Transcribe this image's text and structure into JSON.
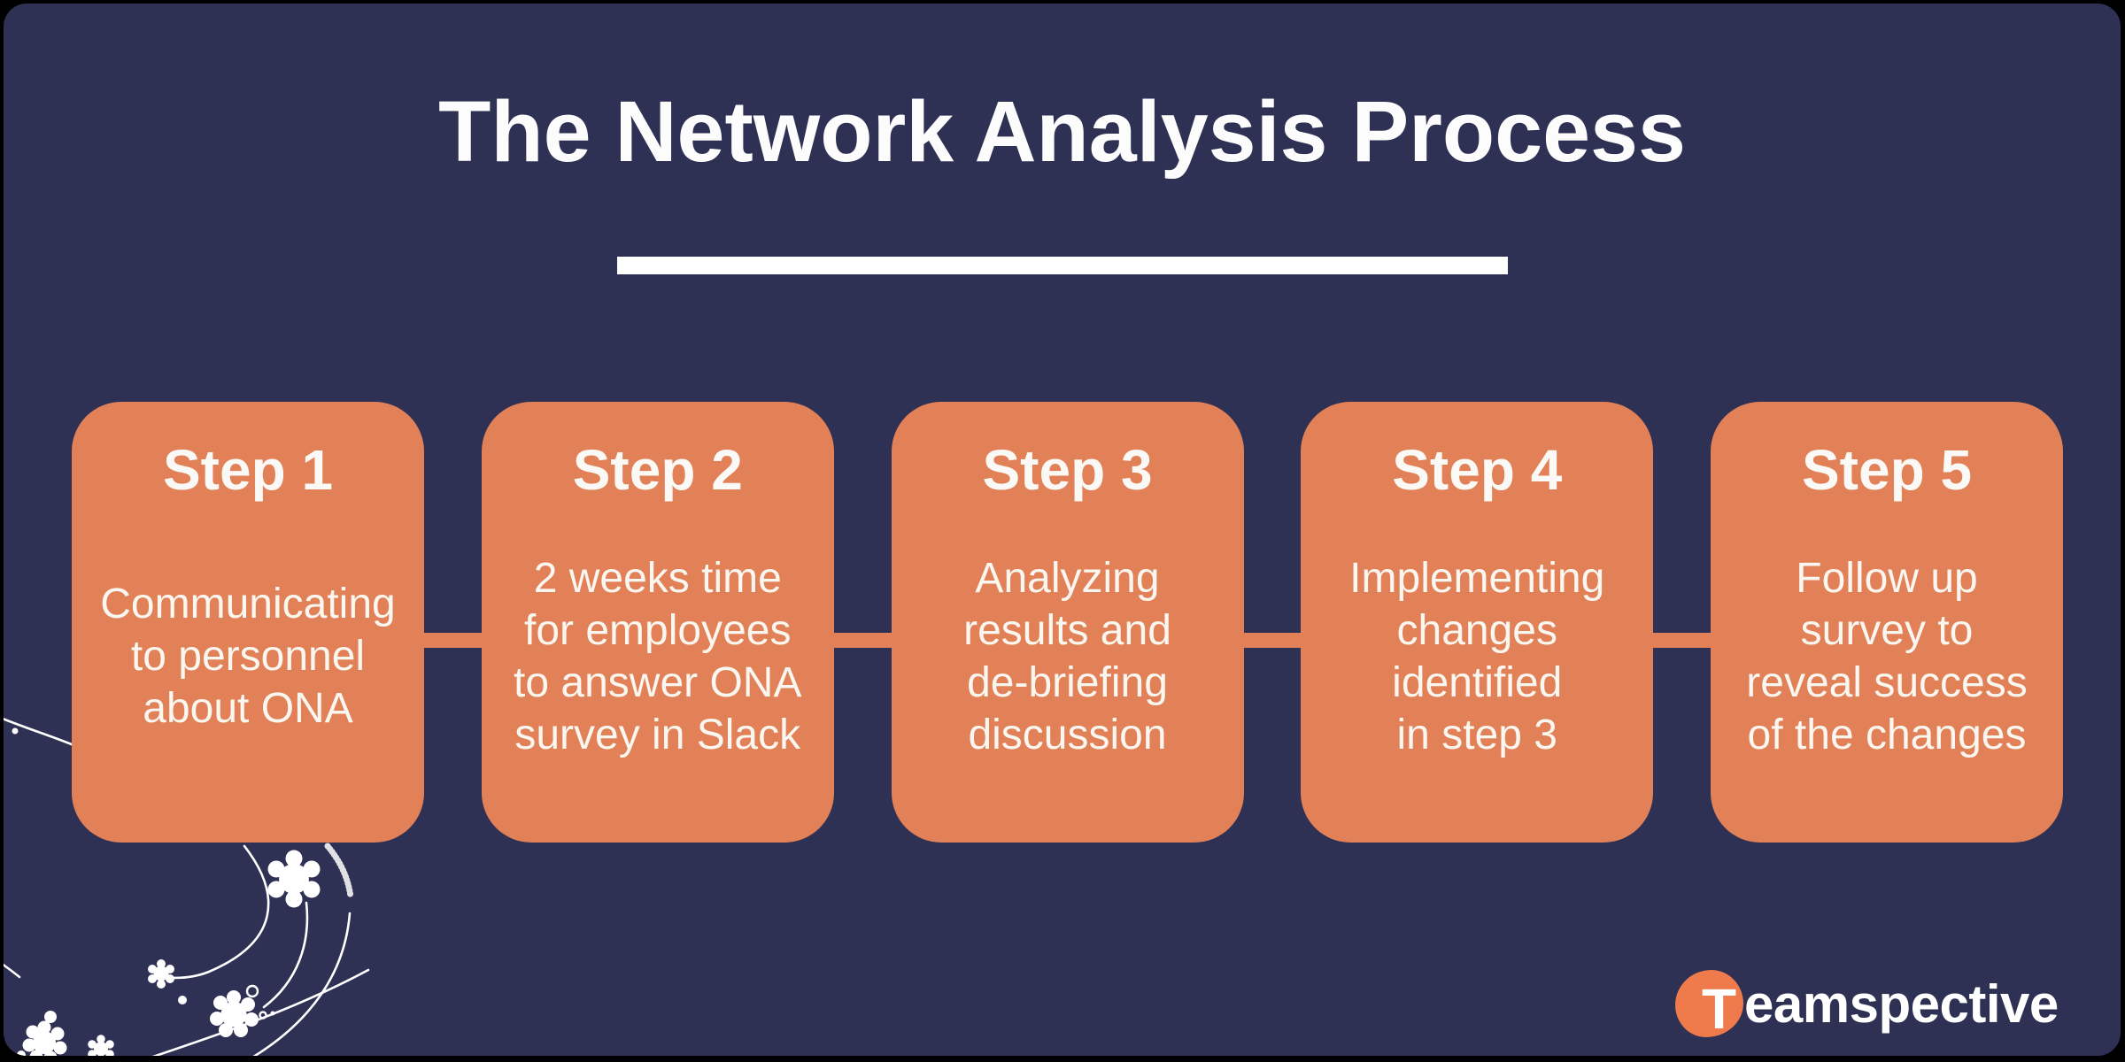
{
  "title": "The Network Analysis Process",
  "steps": [
    {
      "label": "Step 1",
      "description": "Communicating\nto personnel\nabout ONA"
    },
    {
      "label": "Step 2",
      "description": "2 weeks time\nfor employees\nto answer ONA\nsurvey in Slack"
    },
    {
      "label": "Step 3",
      "description": "Analyzing\nresults and\nde-briefing\ndiscussion"
    },
    {
      "label": "Step 4",
      "description": "Implementing\nchanges\nidentified\nin step 3"
    },
    {
      "label": "Step 5",
      "description": "Follow up\nsurvey to\nreveal success\nof the changes"
    }
  ],
  "logo": {
    "name": "Teamspective",
    "initial": "T",
    "rest": "eamspective"
  },
  "colors": {
    "canvas_navy": "#2E3054",
    "card_orange": "#E28157",
    "logo_blob_orange": "#EF7A4C",
    "text_white": "#FAF6F0",
    "outer_border": "#000000"
  }
}
